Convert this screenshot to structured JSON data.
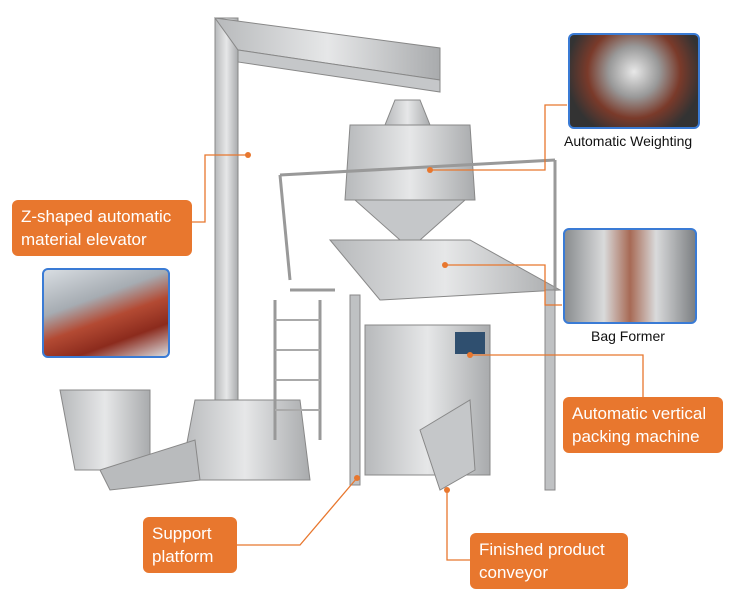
{
  "labels": {
    "elevator": "Z-shaped automatic material elevator",
    "weighting": "Automatic Weighting",
    "bag_former": "Bag Former",
    "packing": "Automatic vertical packing machine",
    "platform": "Support platform",
    "conveyor": "Finished product conveyor"
  },
  "colors": {
    "accent": "#e8772e",
    "steel": "#c9cbcd",
    "photo_border": "#3a7bd5"
  }
}
